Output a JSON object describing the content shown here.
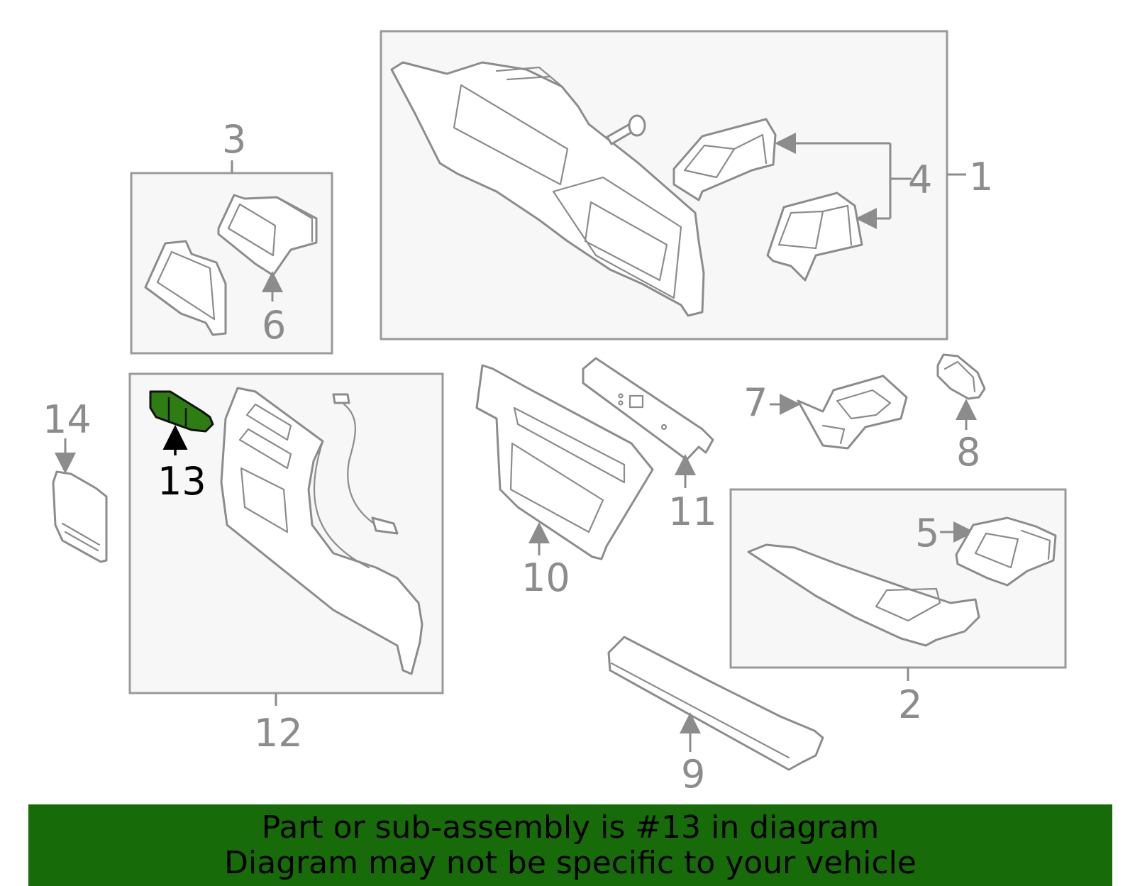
{
  "callouts": {
    "n1": "1",
    "n2": "2",
    "n3": "3",
    "n4": "4",
    "n5": "5",
    "n6": "6",
    "n7": "7",
    "n8": "8",
    "n9": "9",
    "n10": "10",
    "n11": "11",
    "n12": "12",
    "n13": "13",
    "n14": "14"
  },
  "highlighted_part": "13",
  "colors": {
    "highlight": "#2e7d12",
    "banner": "#186b09",
    "line_art": "#8c8c8c"
  },
  "banner": {
    "line1": "Part or sub-assembly is #13 in diagram",
    "line2": "Diagram may not be specific to your vehicle"
  }
}
